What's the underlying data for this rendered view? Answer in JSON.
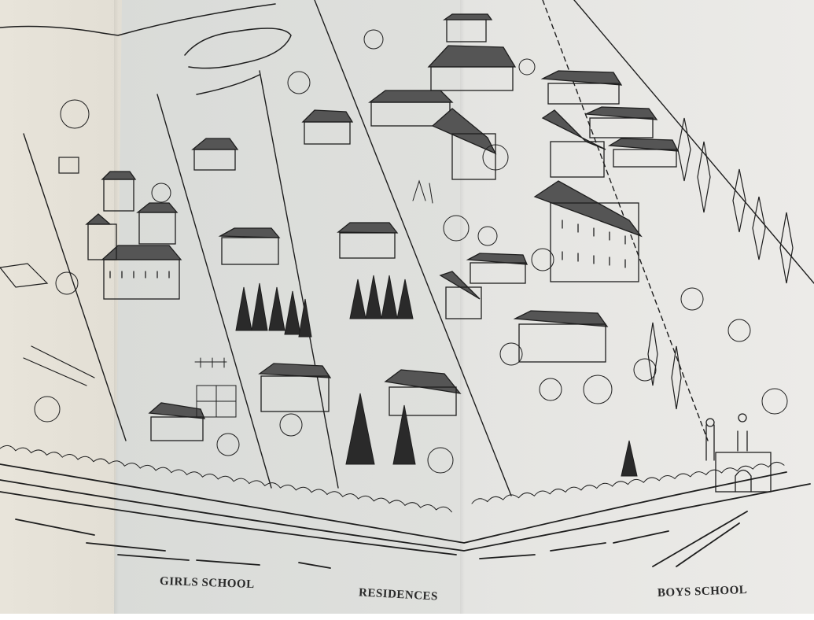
{
  "image": {
    "subject": "pen-and-ink bird's-eye illustration of a school campus printed on a folded brochure",
    "colors": {
      "ink": "#1e1e1e",
      "paper_left": "#e5e1d7",
      "paper_middle": "#dcdedb",
      "paper_right": "#e8e8e5"
    }
  },
  "labels": {
    "girls_school": "GIRLS SCHOOL",
    "residences": "RESIDENCES",
    "boys_school": "BOYS SCHOOL"
  }
}
